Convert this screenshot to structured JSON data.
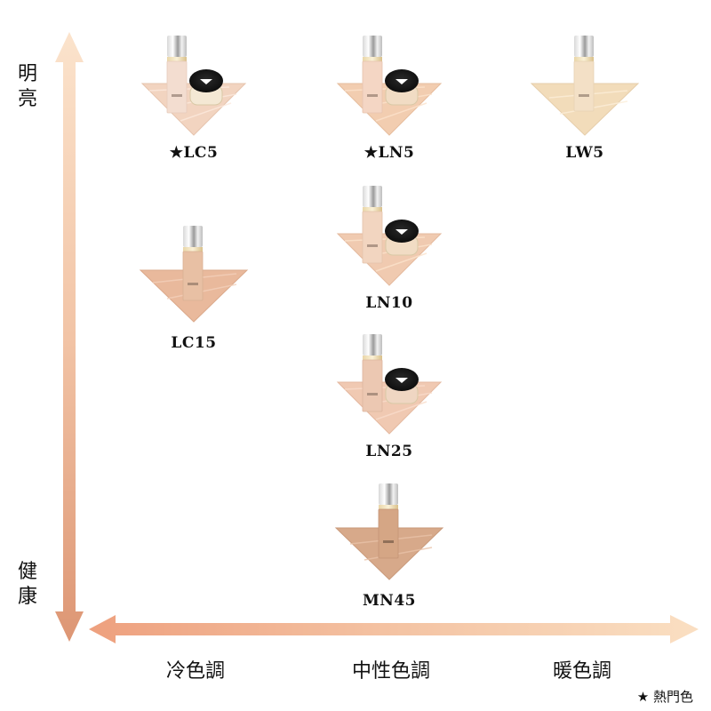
{
  "diagram": {
    "vertical_axis": {
      "top_label": "明亮",
      "bottom_label": "健康",
      "gradient": {
        "top": "#fbe0c8",
        "bottom": "#e19a7a"
      }
    },
    "horizontal_axis": {
      "labels": [
        "冷色調",
        "中性色調",
        "暖色調"
      ],
      "gradient": {
        "left": "#eea482",
        "right": "#f9dcbc"
      }
    },
    "legend": {
      "symbol": "★",
      "text": "熱門色"
    },
    "products": [
      {
        "id": "LC5",
        "label": "★LC5",
        "popular": true,
        "tone": "冷色調",
        "brightness": "明亮",
        "items": [
          "foundation-bottle",
          "powder-jar"
        ],
        "swatch": "#f2d4c0",
        "liquid": "#f3ddd0"
      },
      {
        "id": "LN5",
        "label": "★LN5",
        "popular": true,
        "tone": "中性色調",
        "brightness": "明亮",
        "items": [
          "foundation-bottle",
          "powder-jar"
        ],
        "swatch": "#f2cdb0",
        "liquid": "#f4d6c4"
      },
      {
        "id": "LW5",
        "label": "LW5",
        "popular": false,
        "tone": "暖色調",
        "brightness": "明亮",
        "items": [
          "foundation-bottle"
        ],
        "swatch": "#f2dcba",
        "liquid": "#f3e0c6"
      },
      {
        "id": "LC15",
        "label": "LC15",
        "popular": false,
        "tone": "冷色調",
        "brightness": "中",
        "items": [
          "foundation-bottle"
        ],
        "swatch": "#e9b99c",
        "liquid": "#e8c0a4"
      },
      {
        "id": "LN10",
        "label": "LN10",
        "popular": false,
        "tone": "中性色調",
        "brightness": "中",
        "items": [
          "foundation-bottle",
          "powder-jar"
        ],
        "swatch": "#f0cab0",
        "liquid": "#f2d5c0"
      },
      {
        "id": "LN25",
        "label": "LN25",
        "popular": false,
        "tone": "中性色調",
        "brightness": "中",
        "items": [
          "foundation-bottle",
          "powder-jar"
        ],
        "swatch": "#f0c9b2",
        "liquid": "#ecc8b2"
      },
      {
        "id": "MN45",
        "label": "MN45",
        "popular": false,
        "tone": "中性色調",
        "brightness": "健康",
        "items": [
          "foundation-bottle"
        ],
        "swatch": "#d7a98a",
        "liquid": "#d5a685"
      }
    ]
  }
}
